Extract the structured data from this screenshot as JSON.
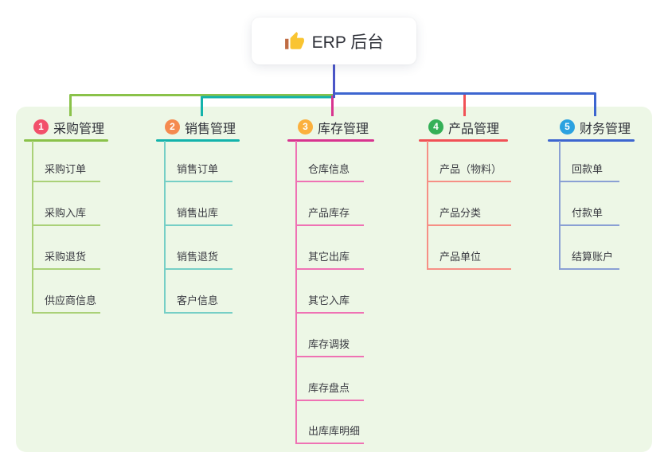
{
  "root": {
    "label": "ERP 后台",
    "icon": "thumbs-up-icon"
  },
  "branches": [
    {
      "badge": "1",
      "title": "采购管理",
      "badge_color": "#f2506b",
      "line_color": "#8ac24a",
      "light_color": "#aad178",
      "items": [
        "采购订单",
        "采购入库",
        "采购退货",
        "供应商信息"
      ]
    },
    {
      "badge": "2",
      "title": "销售管理",
      "badge_color": "#f58a4f",
      "line_color": "#13b3ab",
      "light_color": "#76cfc6",
      "items": [
        "销售订单",
        "销售出库",
        "销售退货",
        "客户信息"
      ]
    },
    {
      "badge": "3",
      "title": "库存管理",
      "badge_color": "#fbb03d",
      "line_color": "#d8348f",
      "light_color": "#ef72b4",
      "items": [
        "仓库信息",
        "产品库存",
        "其它出库",
        "其它入库",
        "库存调拨",
        "库存盘点",
        "出库库明细"
      ]
    },
    {
      "badge": "4",
      "title": "产品管理",
      "badge_color": "#34b057",
      "line_color": "#f15156",
      "light_color": "#f68f85",
      "items": [
        "产品（物料）",
        "产品分类",
        "产品单位"
      ]
    },
    {
      "badge": "5",
      "title": "财务管理",
      "badge_color": "#2ba2e0",
      "line_color": "#3d66d0",
      "light_color": "#8aa0d4",
      "items": [
        "回款单",
        "付款单",
        "结算账户"
      ]
    }
  ],
  "colors": {
    "panel_bg": "#edf7e6",
    "root_connector": "#4b56c8",
    "card_bg": "#ffffff",
    "text_dark": "#2e3038",
    "text_item": "#3a3b42",
    "thumb_hand": "#f9c431",
    "thumb_cuff": "#bf6b43"
  }
}
